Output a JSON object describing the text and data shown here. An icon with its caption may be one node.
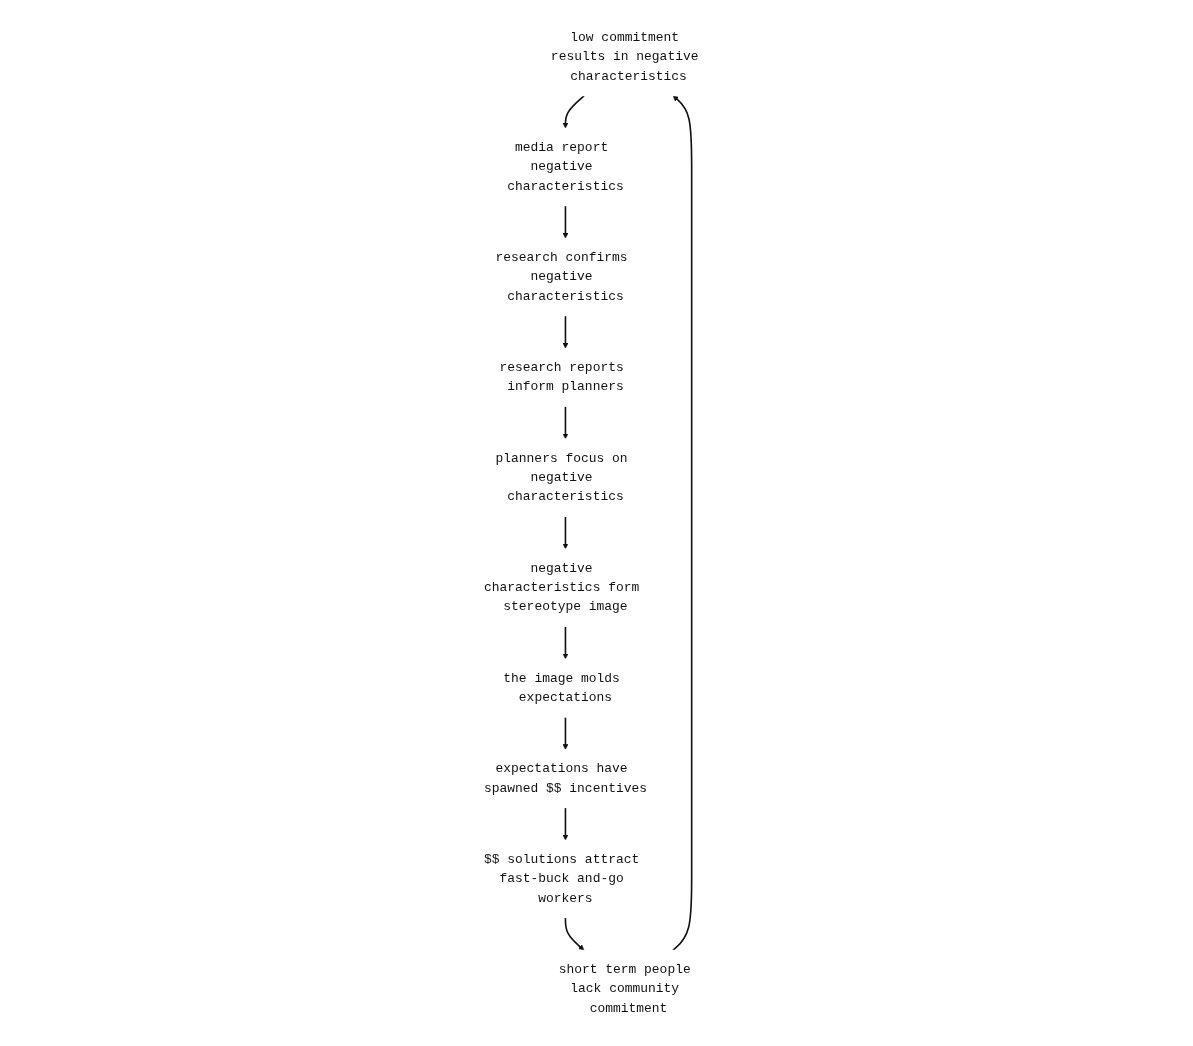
{
  "diagram": {
    "nodes": [
      {
        "text": [
          "low commitment results in negative characteristics"
        ]
      },
      {
        "text": [
          "media report negative characteristics"
        ]
      },
      {
        "text": [
          "research confirms negative characteristics"
        ]
      },
      {
        "text": [
          "research reports inform planners"
        ]
      },
      {
        "text": [
          "planners focus on negative characteristics"
        ]
      },
      {
        "text": [
          "negative characteristics form stereotype image"
        ]
      },
      {
        "text": [
          "the image molds expectations"
        ]
      },
      {
        "text": [
          "expectations have spawned $$ incentives"
        ]
      },
      {
        "text": [
          "$$ solutions attract fast-buck and-go workers"
        ]
      },
      {
        "text": [
          "short term people lack community commitment"
        ]
      }
    ],
    "edges": [
      {
        "from": 0,
        "to": 1,
        "arrow": "to"
      },
      {
        "from": 1,
        "to": 2,
        "arrow": "to"
      },
      {
        "from": 2,
        "to": 3,
        "arrow": "to"
      },
      {
        "from": 3,
        "to": 4,
        "arrow": "to"
      },
      {
        "from": 4,
        "to": 5,
        "arrow": "to"
      },
      {
        "from": 5,
        "to": 6,
        "arrow": "to"
      },
      {
        "from": 6,
        "to": 7,
        "arrow": "to"
      },
      {
        "from": 7,
        "to": 8,
        "arrow": "to"
      },
      {
        "from": 8,
        "to": 9,
        "arrow": "to"
      },
      {
        "from": 9,
        "to": 0,
        "arrow": "to"
      }
    ]
  }
}
